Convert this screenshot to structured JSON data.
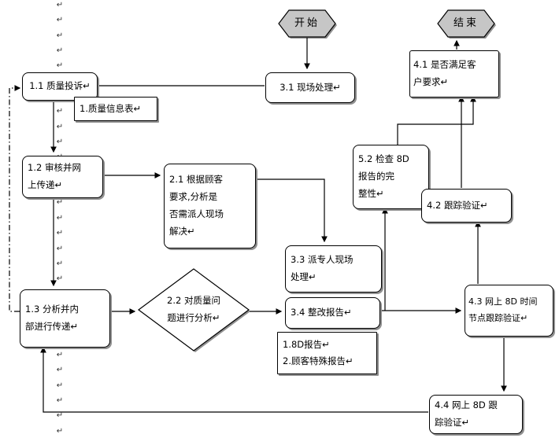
{
  "colors": {
    "background": "#ffffff",
    "shape_fill": "#ffffff",
    "terminator_fill": "#c6c6c6",
    "border": "#000000",
    "shadow": "#8f8f8f",
    "connector": "#000000"
  },
  "nodes": {
    "start": {
      "label": "开始"
    },
    "end": {
      "label": "结束"
    },
    "n11": {
      "label": "1.1 质量投诉↵"
    },
    "info_callout": {
      "label": "1.质量信息表↵"
    },
    "n12": {
      "label": "1.2 审核并网\n上传递↵"
    },
    "n13": {
      "label": "1.3 分析并内\n部进行传递↵"
    },
    "n21": {
      "label": "2.1 根据顾客\n要求,分析是\n否需派人现场\n解决↵"
    },
    "n22": {
      "label": "2.2 对质量问\n题进行分析↵"
    },
    "n31": {
      "label": "3.1 现场处理↵"
    },
    "n33": {
      "label": "3.3 派专人现场\n处理↵"
    },
    "n34": {
      "label": "3.4 整改报告↵"
    },
    "reports_callout": {
      "label": "1.8D报告↵\n2.顾客特殊报告↵"
    },
    "n41": {
      "label": "4.1 是否满足客\n户要求↵"
    },
    "n42": {
      "label": "4.2 跟踪验证↵"
    },
    "n43": {
      "label": "4.3 网上 8D 时间\n节点跟踪验证↵"
    },
    "n44": {
      "label": "4.4 网上 8D 跟\n踪验证↵"
    },
    "n52": {
      "label": "5.2 检查 8D\n报告的完\n整性↵"
    }
  },
  "decor": {
    "return_mark": "↵",
    "left_column_count": 29
  }
}
